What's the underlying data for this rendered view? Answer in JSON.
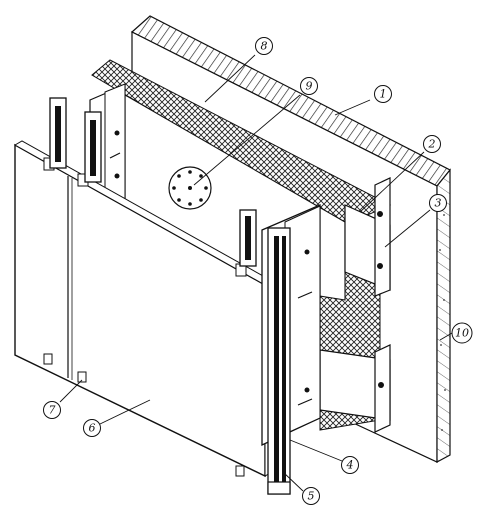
{
  "figure": {
    "ink_color": "#111111",
    "paper_color": "#ffffff",
    "callouts": [
      {
        "id": "c1",
        "label": "1"
      },
      {
        "id": "c2",
        "label": "2"
      },
      {
        "id": "c3",
        "label": "3"
      },
      {
        "id": "c4",
        "label": "4"
      },
      {
        "id": "c5",
        "label": "5"
      },
      {
        "id": "c6",
        "label": "6"
      },
      {
        "id": "c7",
        "label": "7"
      },
      {
        "id": "c8",
        "label": "8"
      },
      {
        "id": "c9",
        "label": "9"
      },
      {
        "id": "c10",
        "label": "10"
      }
    ]
  }
}
